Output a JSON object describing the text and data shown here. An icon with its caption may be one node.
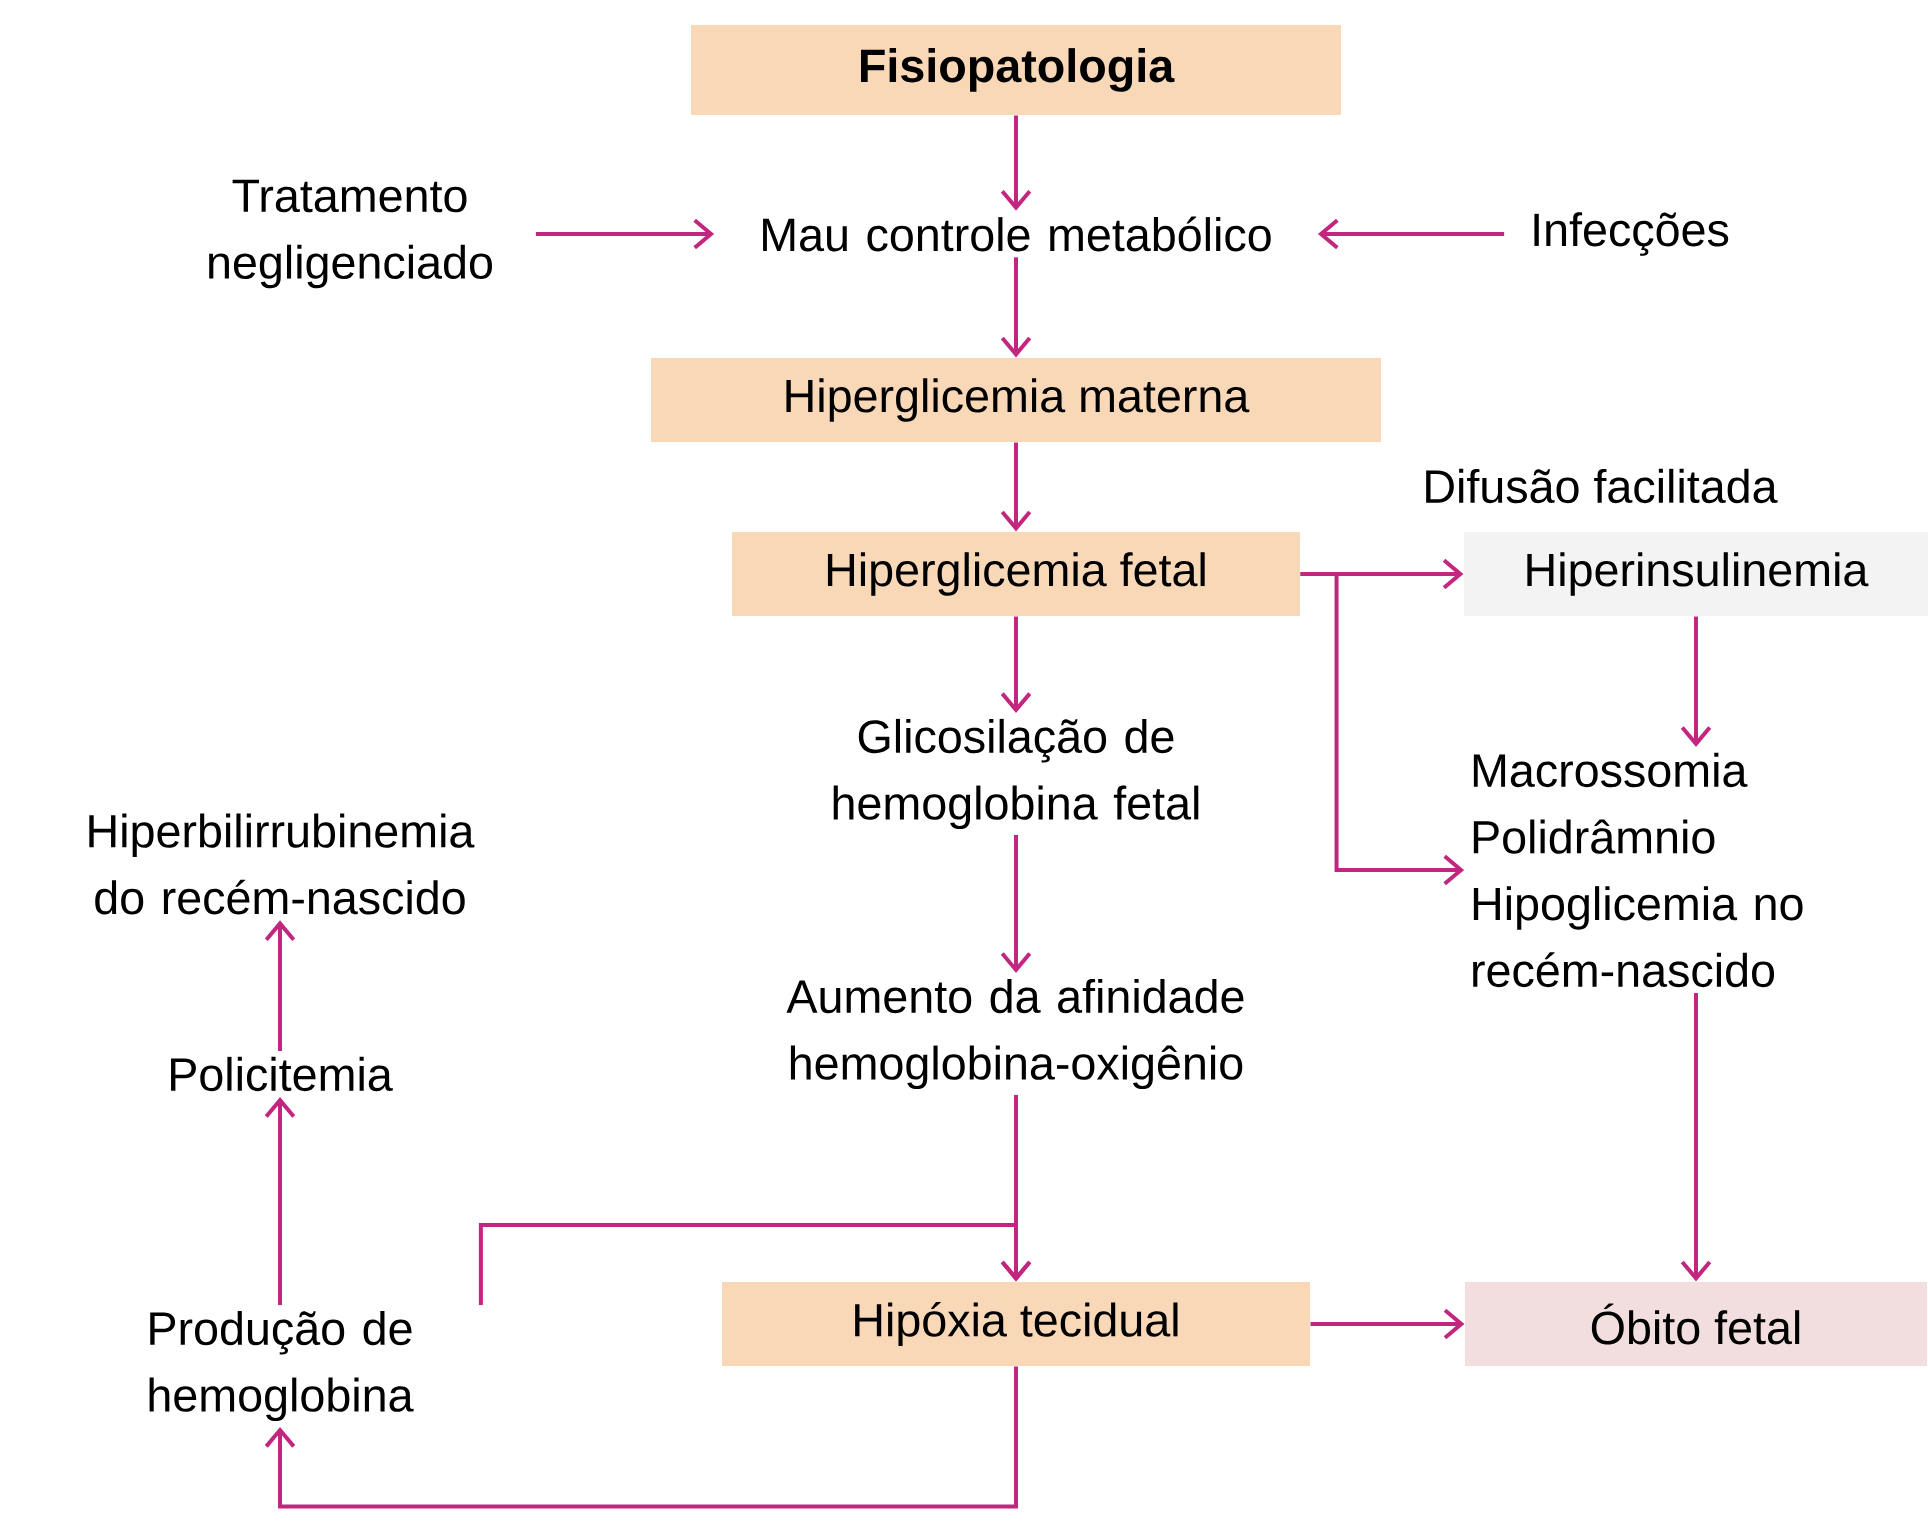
{
  "diagram": {
    "nodes": [
      {
        "text": [
          "Fisiopatologia"
        ]
      },
      {
        "text": [
          "Tratamento negligenciado"
        ]
      },
      {
        "text": [
          "Mau controle metabólico"
        ]
      },
      {
        "text": [
          "Infecções"
        ]
      },
      {
        "text": [
          "Hiperglicemia materna"
        ]
      },
      {
        "text": [
          "Hiperglicemia fetal"
        ]
      },
      {
        "text": [
          "Hiperinsulinemia"
        ],
        "beside": [
          "Difusão facilitada"
        ]
      },
      {
        "text": [
          "Glicosilação de hemoglobina fetal"
        ]
      },
      {
        "text": [
          "Macrossomia",
          "Polidrâmnio",
          "Hipoglicemia no recém-nascido"
        ]
      },
      {
        "text": [
          "Hiperbilirrubinemia do recém-nascido"
        ]
      },
      {
        "text": [
          "Aumento da afinidade hemoglobina-oxigênio"
        ]
      },
      {
        "text": [
          "Policitemia"
        ]
      },
      {
        "text": [
          "Produção de hemoglobina"
        ]
      },
      {
        "text": [
          "Hipóxia tecidual"
        ]
      },
      {
        "text": [
          "Óbito fetal"
        ]
      }
    ],
    "edges": [
      {
        "from": 0,
        "to": 2,
        "arrow": "to"
      },
      {
        "from": 1,
        "to": 2,
        "arrow": "to"
      },
      {
        "from": 3,
        "to": 2,
        "arrow": "to"
      },
      {
        "from": 2,
        "to": 4,
        "arrow": "to"
      },
      {
        "from": 4,
        "to": 5,
        "arrow": "to"
      },
      {
        "from": 5,
        "to": 6,
        "arrow": "to"
      },
      {
        "from": 5,
        "to": 8,
        "arrow": "to"
      },
      {
        "from": 6,
        "to": 8,
        "arrow": "to"
      },
      {
        "from": 5,
        "to": 7,
        "arrow": "to"
      },
      {
        "from": 7,
        "to": 10,
        "arrow": "to"
      },
      {
        "from": 10,
        "to": 13,
        "arrow": "to"
      },
      {
        "from": 12,
        "to": 13,
        "arrow": "to"
      },
      {
        "from": 8,
        "to": 14,
        "arrow": "to"
      },
      {
        "from": 13,
        "to": 14,
        "arrow": "to"
      },
      {
        "from": 13,
        "to": 12,
        "arrow": "to"
      },
      {
        "from": 12,
        "to": 11,
        "arrow": "to"
      },
      {
        "from": 11,
        "to": 9,
        "arrow": "to"
      }
    ]
  }
}
